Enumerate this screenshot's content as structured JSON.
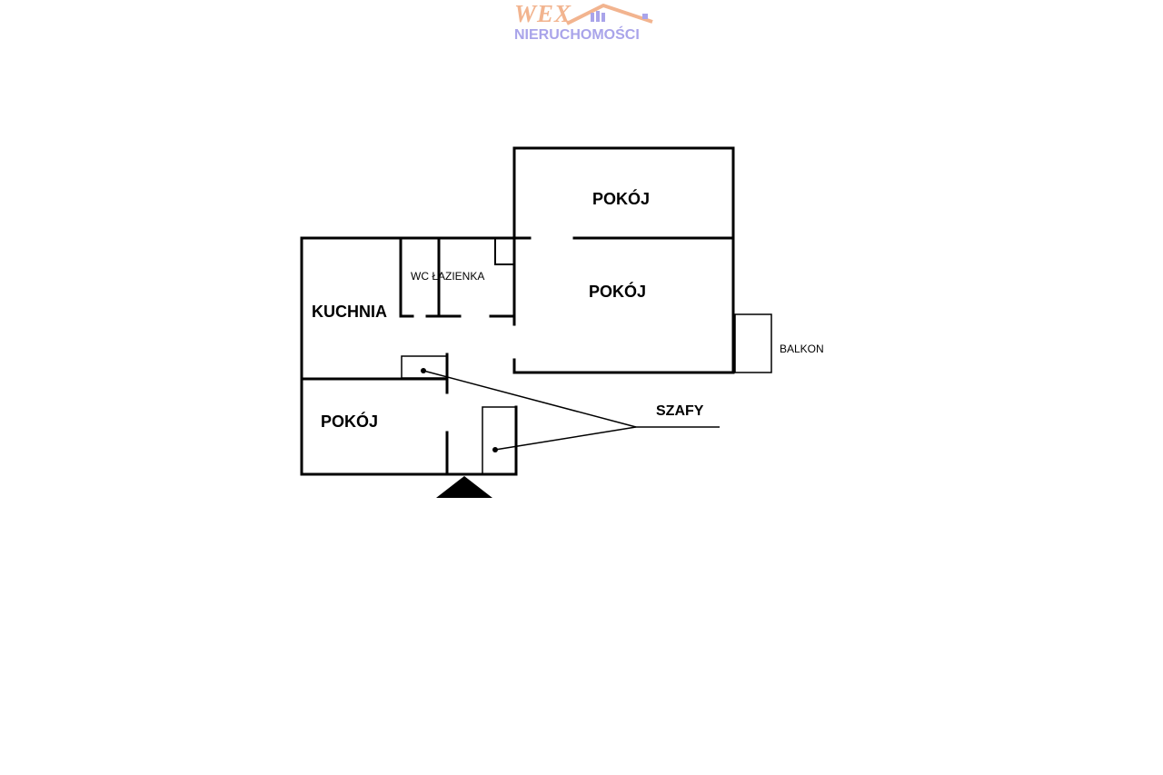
{
  "logo": {
    "brand": "WEX",
    "subtitle": "NIERUCHOMOŚCI"
  },
  "floorplan": {
    "labels": {
      "room_top": "POKÓJ",
      "room_middle": "POKÓJ",
      "room_bottom_left": "POKÓJ",
      "kitchen": "KUCHNIA",
      "wc_bathroom": "WC ŁAZIENKA",
      "balcony": "BALKON",
      "wardrobes": "SZAFY"
    }
  },
  "colors": {
    "wall": "#000000",
    "logo_orange": "#f2b48f",
    "logo_purple": "#a9a4ea"
  }
}
